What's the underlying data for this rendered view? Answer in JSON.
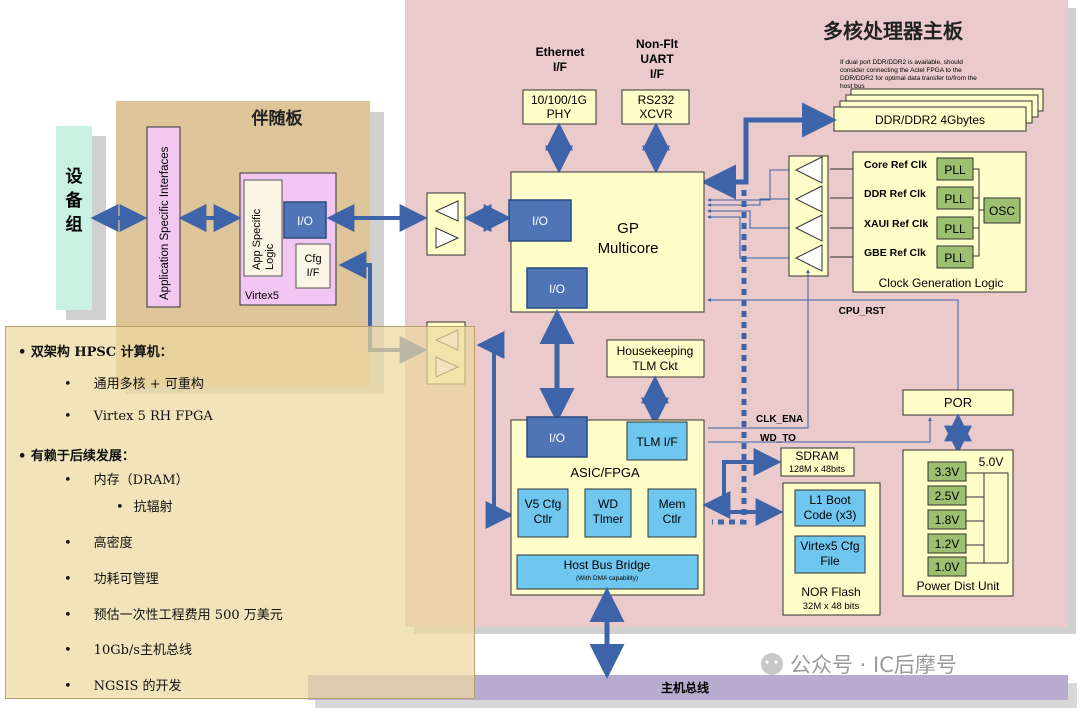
{
  "title_main": "多核处理器主板",
  "title_companion": "伴随板",
  "device_group": "设备组",
  "asi_label": "Application Specific Interfaces",
  "virtex5": {
    "asl": "App Specific Logic",
    "io": "I/O",
    "cfg": "Cfg I/F",
    "name": "Virtex5"
  },
  "eth_if": "Ethernet I/F",
  "eth_phy": "10/100/1G PHY",
  "uart_if": "Non-Flt UART I/F",
  "uart_xcvr": "RS232 XCVR",
  "ddr_note": "If dual port DDR/DDR2 is available, should consider connecting the Actel FPGA to the DDR/DDR2 for optimal data transfer to/from the host bus",
  "ddr_label": "DDR/DDR2 4Gbytes",
  "gp": {
    "title": "GP Multicore",
    "io_top": "I/O",
    "io_bottom": "I/O"
  },
  "clock": {
    "rows": [
      {
        "ref": "Core Ref Clk",
        "pll": "PLL"
      },
      {
        "ref": "DDR Ref Clk",
        "pll": "PLL"
      },
      {
        "ref": "XAUI Ref Clk",
        "pll": "PLL"
      },
      {
        "ref": "GBE Ref Clk",
        "pll": "PLL"
      }
    ],
    "osc": "OSC",
    "title": "Clock Generation Logic"
  },
  "cpu_rst": "CPU_RST",
  "housekeeping": "Housekeeping TLM Ckt",
  "por": "POR",
  "asic": {
    "io": "I/O",
    "tlm": "TLM I/F",
    "title": "ASIC/FPGA",
    "v5cfg": "V5 Cfg Ctlr",
    "wd": "WD Tlmer",
    "mem": "Mem Ctlr",
    "hbb": "Host Bus Bridge",
    "hbb_sub": "(With DMA capability)"
  },
  "clk_ena": "CLK_ENA",
  "wd_to": "WD_TO",
  "sdram": {
    "label": "SDRAM",
    "size": "128M x 48bits"
  },
  "nor": {
    "boot": "L1 Boot Code (x3)",
    "cfg": "Virtex5 Cfg File",
    "label": "NOR Flash",
    "size": "32M x 48 bits"
  },
  "pdu": {
    "top": "5.0V",
    "rails": [
      "3.3V",
      "2.5V",
      "1.8V",
      "1.2V",
      "1.0V"
    ],
    "title": "Power Dist Unit"
  },
  "host_bus": "主机总线",
  "watermark": "公众号 · IC后摩号",
  "bullets": [
    {
      "level": 1,
      "text": "• 双架构 HPSC 计算机："
    },
    {
      "level": 2,
      "text": "通用多核 + 可重构"
    },
    {
      "level": 2,
      "text": "Virtex 5 RH FPGA"
    },
    {
      "level": 1,
      "text": "• 有赖于后续发展："
    },
    {
      "level": 2,
      "text": "内存（DRAM）"
    },
    {
      "level": 3,
      "text": "抗辐射"
    },
    {
      "level": 2,
      "text": "高密度"
    },
    {
      "level": 2,
      "text": "功耗可管理"
    },
    {
      "level": 2,
      "text": "预估一次性工程费用 500 万美元"
    },
    {
      "level": 2,
      "text": "10Gb/s主机总线"
    },
    {
      "level": 2,
      "text": "NGSIS 的开发"
    }
  ],
  "colors": {
    "board_pink": "#eacaca",
    "companion_tan": "#ddc499",
    "device_green": "#c9f2e2",
    "chip_yellow": "#fefec8",
    "io_blue": "#4f75b6",
    "light_blue": "#6fc6ee",
    "pll_green": "#9dbf70",
    "arrow_blue": "#3d63a8",
    "bus_purple": "#b7acd0",
    "virtex_pink": "#f2c6f2"
  }
}
